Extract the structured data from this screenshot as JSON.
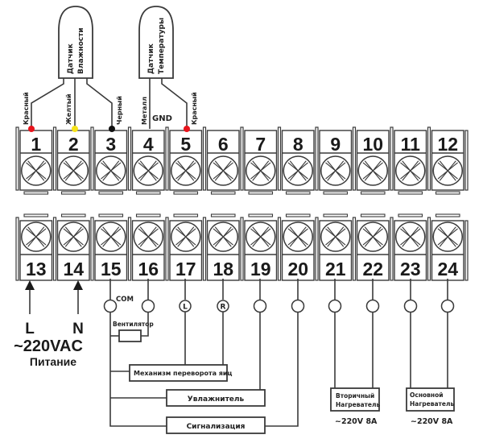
{
  "sensors": {
    "humidity": {
      "line1": "Датчик",
      "line2": "Влажности"
    },
    "temperature": {
      "line1": "Датчик",
      "line2": "Температуры"
    }
  },
  "wire_labels": {
    "t1": "Красный",
    "t2": "Желтый",
    "t3": "Черный",
    "t4": "Металл",
    "t5": "Красный",
    "gnd": "GND"
  },
  "wire_colors": {
    "red": "#e8141c",
    "yellow": "#f5e21a",
    "black": "#111111"
  },
  "top_terminals": [
    "1",
    "2",
    "3",
    "4",
    "5",
    "6",
    "7",
    "8",
    "9",
    "10",
    "11",
    "12"
  ],
  "bottom_terminals": [
    "13",
    "14",
    "15",
    "16",
    "17",
    "18",
    "19",
    "20",
    "21",
    "22",
    "23",
    "24"
  ],
  "power": {
    "l_label": "L",
    "n_label": "N",
    "voltage": "~220VAC",
    "caption": "Питание"
  },
  "relay_markers": {
    "com": "COM",
    "l": "L",
    "r": "R"
  },
  "loads": {
    "fan": "Вентилятор",
    "egg_turner": "Механизм переворота яиц",
    "humidifier": "Увлажнитель",
    "alarm": "Сигнализация",
    "secondary_heater": {
      "line1": "Вторичный",
      "line2": "Нагреватель",
      "rating": "~220V 8A"
    },
    "main_heater": {
      "line1": "Основной",
      "line2": "Нагреватель",
      "rating": "~220V 8A"
    }
  }
}
